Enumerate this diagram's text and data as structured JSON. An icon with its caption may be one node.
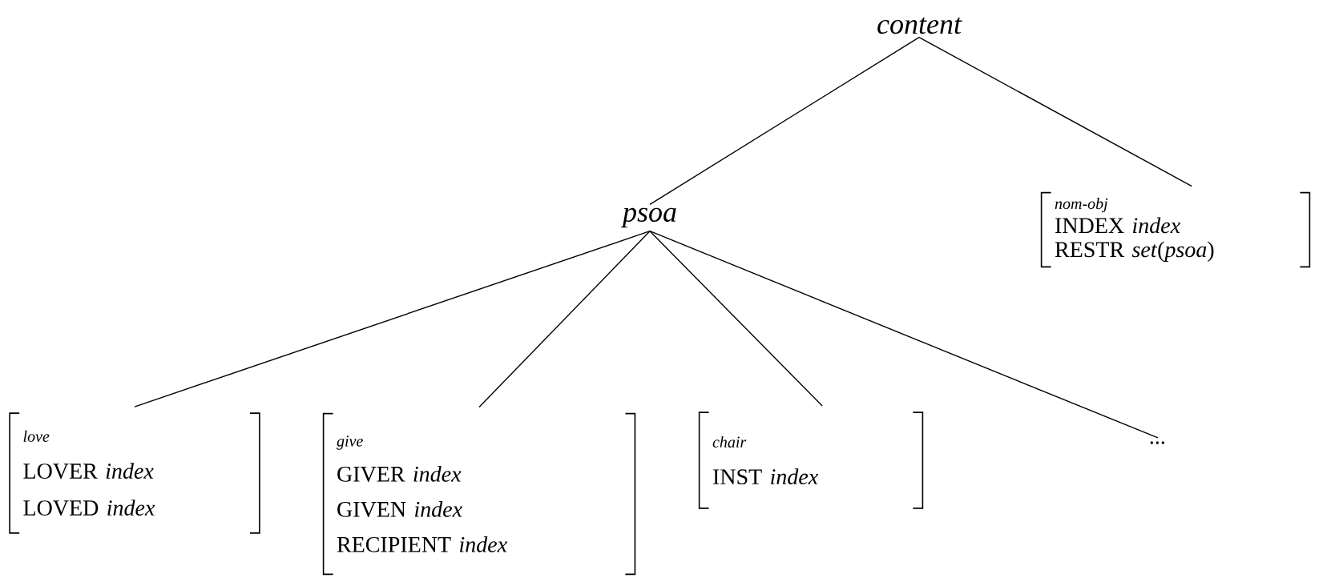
{
  "diagram": {
    "nodes": [
      {
        "text": [
          "content"
        ]
      },
      {
        "text": [
          "psoa"
        ]
      },
      {
        "text": [
          "nom-obj",
          "INDEX *index*",
          "RESTR *set*(*psoa*)"
        ]
      },
      {
        "text": [
          "love",
          "LOVER *index*",
          "LOVED *index*"
        ]
      },
      {
        "text": [
          "give",
          "GIVER *index*",
          "GIVEN *index*",
          "RECIPIENT *index*"
        ]
      },
      {
        "text": [
          "chair",
          "INST *index*"
        ]
      },
      {
        "text": [
          "..."
        ]
      }
    ],
    "edges": [
      {
        "from": 0,
        "to": 1,
        "arrow": "none"
      },
      {
        "from": 0,
        "to": 2,
        "arrow": "none"
      },
      {
        "from": 1,
        "to": 3,
        "arrow": "none"
      },
      {
        "from": 1,
        "to": 4,
        "arrow": "none"
      },
      {
        "from": 1,
        "to": 5,
        "arrow": "none"
      },
      {
        "from": 1,
        "to": 6,
        "arrow": "none"
      }
    ]
  }
}
